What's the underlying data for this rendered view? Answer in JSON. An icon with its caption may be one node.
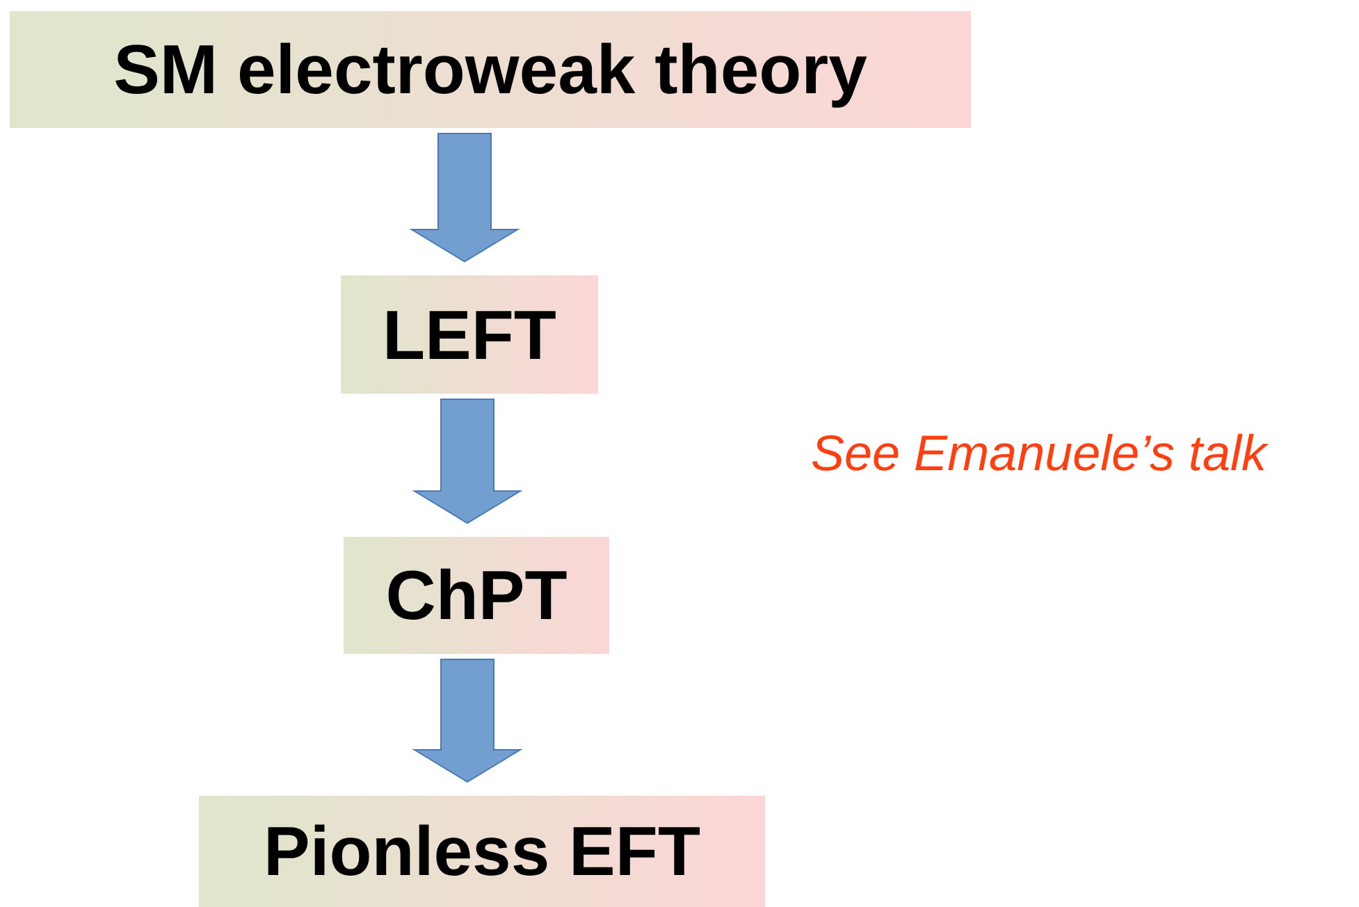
{
  "diagram": {
    "nodes": [
      {
        "text": [
          "SM electroweak theory"
        ]
      },
      {
        "text": [
          "LEFT"
        ]
      },
      {
        "text": [
          "ChPT"
        ]
      },
      {
        "text": [
          "Pionless EFT"
        ]
      }
    ],
    "edges": [
      {
        "from": 0,
        "to": 1,
        "arrow": "to"
      },
      {
        "from": 1,
        "to": 2,
        "arrow": "to"
      },
      {
        "from": 2,
        "to": 3,
        "arrow": "to"
      }
    ],
    "labels": [
      "See Emanuele’s talk"
    ]
  }
}
